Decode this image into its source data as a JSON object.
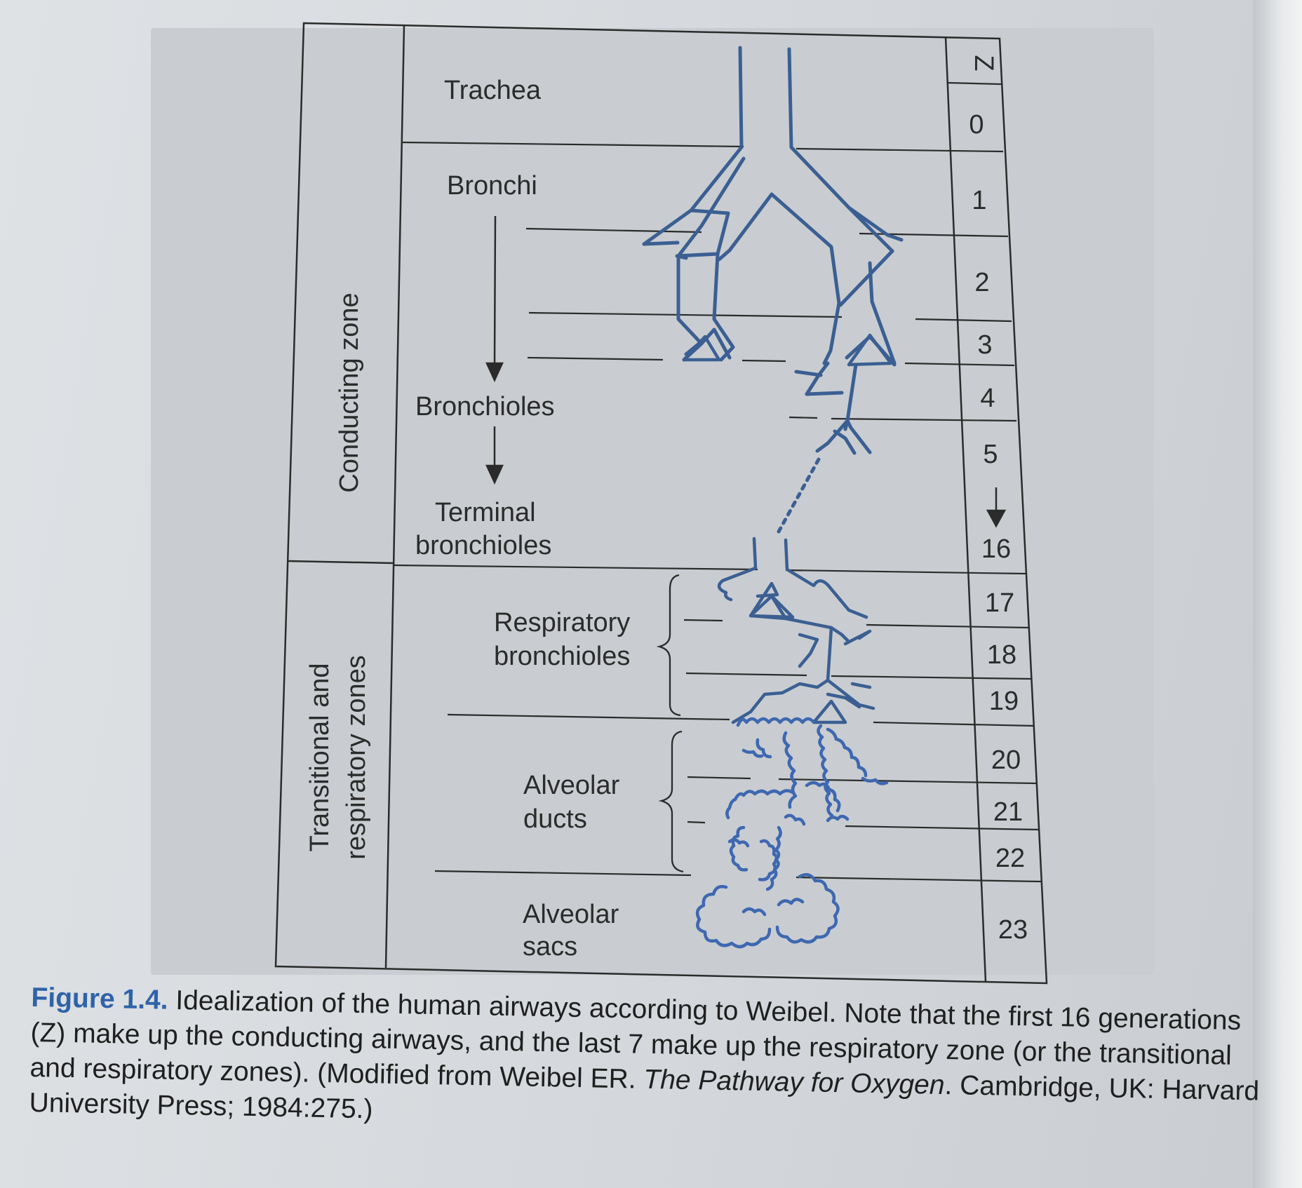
{
  "diagram": {
    "zones": {
      "conducting": "Conducting zone",
      "transitional_line1": "Transitional and",
      "transitional_line2": "respiratory zones"
    },
    "labels": {
      "trachea": "Trachea",
      "bronchi": "Bronchi",
      "bronchioles": "Bronchioles",
      "terminal_line1": "Terminal",
      "terminal_line2": "bronchioles",
      "respiratory_line1": "Respiratory",
      "respiratory_line2": "bronchioles",
      "alveolar_ducts_line1": "Alveolar",
      "alveolar_ducts_line2": "ducts",
      "alveolar_sacs_line1": "Alveolar",
      "alveolar_sacs_line2": "sacs"
    },
    "z_header": "Z",
    "z_values": [
      "0",
      "1",
      "2",
      "3",
      "4",
      "5",
      "16",
      "17",
      "18",
      "19",
      "20",
      "21",
      "22",
      "23"
    ],
    "colors": {
      "conducting": "#3b5f92",
      "respiratory": "#3e68b0",
      "ink": "#2b2b2b"
    }
  },
  "caption": {
    "label": "Figure 1.4.",
    "text1": "Idealization of the human airways according to Weibel. Note that the first 16 generations (Z) make up the conducting airways, and the last 7 make up the respiratory zone (or the transitional and respiratory zones). (Modified from Weibel ER. ",
    "italic": "The Pathway for Oxygen",
    "text2": ". Cambridge, UK: Harvard University Press; 1984:275.)"
  }
}
